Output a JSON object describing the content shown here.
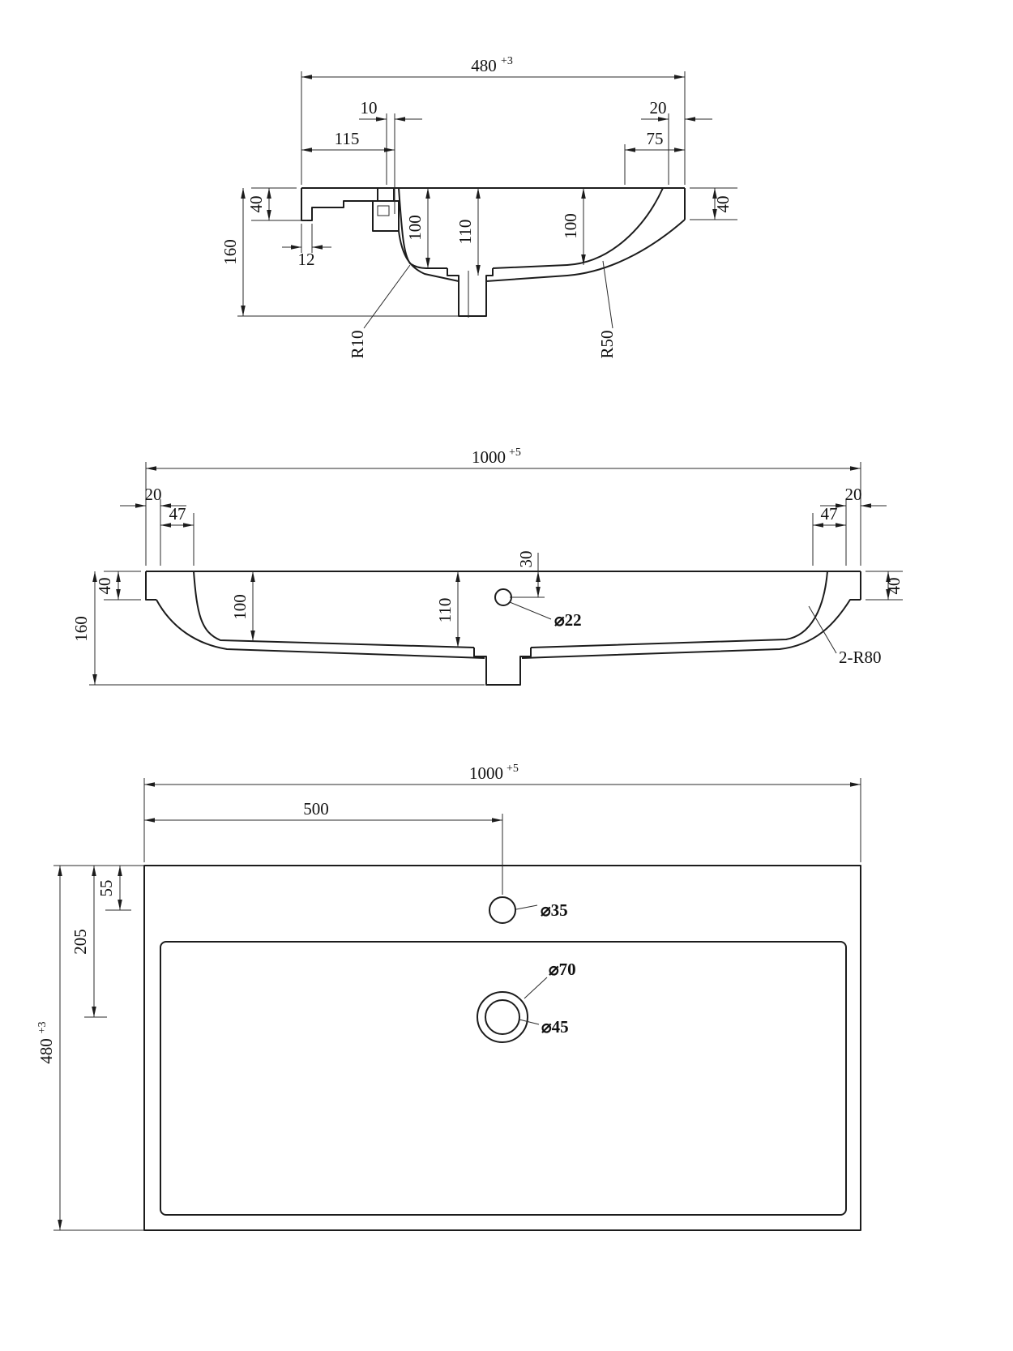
{
  "side_section": {
    "width": "480",
    "width_tol": "+3",
    "d115": "115",
    "d10": "10",
    "d20": "20",
    "d75": "75",
    "rim40_left": "40",
    "h160": "160",
    "d12": "12",
    "depth100_left": "100",
    "depth110": "110",
    "depth100_right": "100",
    "rim40_right": "40",
    "r10": "R10",
    "r50": "R50"
  },
  "front_section": {
    "width": "1000",
    "width_tol": "+5",
    "left20": "20",
    "left47": "47",
    "right47": "47",
    "right20": "20",
    "rim40_left": "40",
    "h160": "160",
    "depth100": "100",
    "depth110": "110",
    "offset30": "30",
    "hole_dia": "⌀22",
    "rim40_right": "40",
    "corner_radius": "2-R80"
  },
  "plan": {
    "width": "1000",
    "width_tol": "+5",
    "center500": "500",
    "faucet55": "55",
    "drain205": "205",
    "depth": "480",
    "depth_tol": "+3",
    "faucet_dia": "⌀35",
    "drain_outer_dia": "⌀70",
    "drain_inner_dia": "⌀45"
  }
}
